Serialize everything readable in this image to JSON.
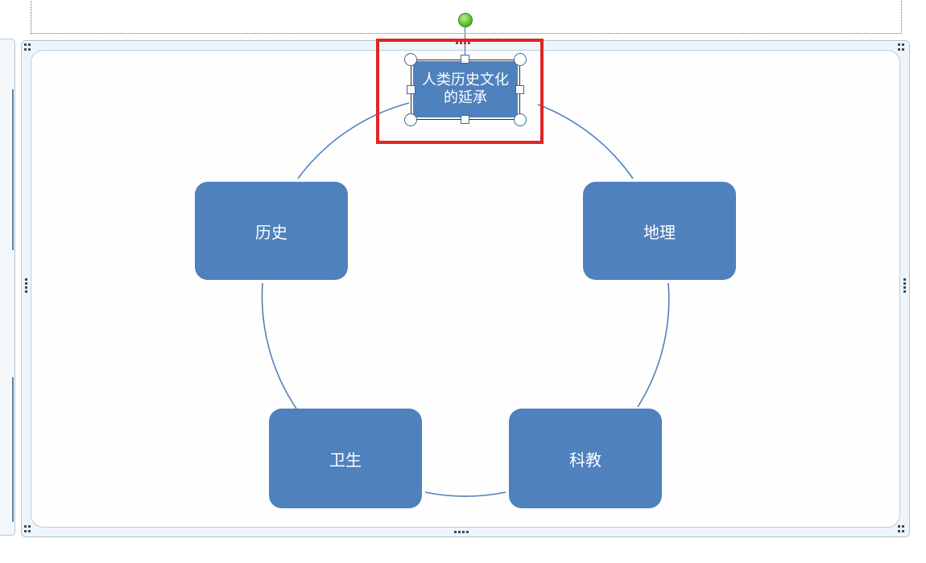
{
  "smartart": {
    "center_label": "人类历史文化的延承",
    "nodes": [
      {
        "id": "history",
        "label": "历史"
      },
      {
        "id": "geography",
        "label": "地理"
      },
      {
        "id": "health",
        "label": "卫生"
      },
      {
        "id": "science",
        "label": "科教"
      }
    ]
  },
  "colors": {
    "node_fill": "#4f81bd",
    "connector": "#4f81bd",
    "highlight": "#e02424",
    "rotate_handle": "#4bb51b"
  },
  "icons": {
    "rotate": "rotate-handle-icon",
    "resize": "resize-handle-icon"
  }
}
